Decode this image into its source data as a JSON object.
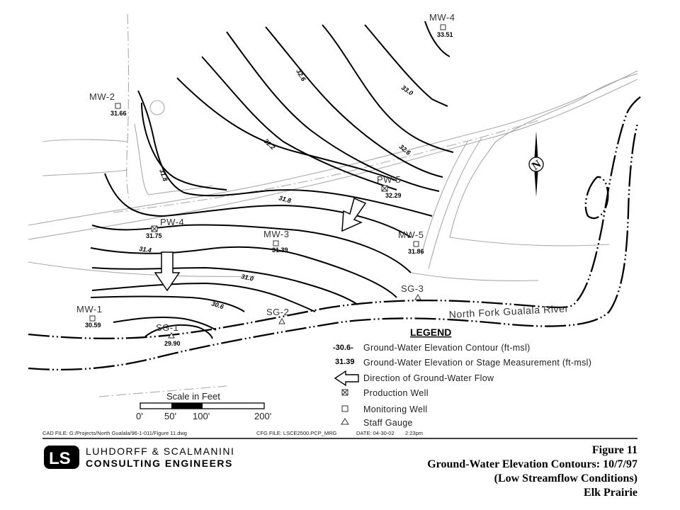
{
  "map": {
    "contour_labels": [
      "33.0",
      "32.6",
      "32.6",
      "32.2",
      "31.8",
      "31.8",
      "31.4",
      "31.0",
      "30.6"
    ],
    "wells": [
      {
        "name": "MW-4",
        "value": "33.51",
        "type": "monitoring"
      },
      {
        "name": "MW-2",
        "value": "31.66",
        "type": "monitoring"
      },
      {
        "name": "PW-5",
        "value": "32.29",
        "type": "production"
      },
      {
        "name": "PW-4",
        "value": "31.75",
        "type": "production"
      },
      {
        "name": "MW-3",
        "value": "31.39",
        "type": "monitoring"
      },
      {
        "name": "MW-5",
        "value": "31.86",
        "type": "monitoring"
      },
      {
        "name": "MW-1",
        "value": "30.59",
        "type": "monitoring"
      },
      {
        "name": "SG-1",
        "value": "29.90",
        "type": "staff-gauge"
      },
      {
        "name": "SG-2",
        "value": "",
        "type": "staff-gauge"
      },
      {
        "name": "SG-3",
        "value": "",
        "type": "staff-gauge"
      }
    ],
    "river_label": "North Fork Gualala River",
    "north_arrow": "N"
  },
  "legend": {
    "title": "LEGEND",
    "items": [
      {
        "symbol": "-30.6-",
        "label": "Ground-Water Elevation Contour (ft-msl)"
      },
      {
        "symbol": "31.39",
        "label": "Ground-Water Elevation or Stage Measurement (ft-msl)"
      },
      {
        "symbol": "arrow-icon",
        "label": "Direction of Ground-Water Flow"
      },
      {
        "symbol": "production-well-icon",
        "label": "Production Well"
      },
      {
        "symbol": "monitoring-well-icon",
        "label": "Monitoring Well"
      },
      {
        "symbol": "staff-gauge-icon",
        "label": "Staff Gauge"
      }
    ]
  },
  "scale": {
    "title": "Scale in Feet",
    "ticks": [
      "0'",
      "50'",
      "100'",
      "200'"
    ]
  },
  "footer": {
    "cad_file": "CAD FILE: G:/Projects/North Gualala/96-1-011/Figure 11.dwg",
    "cfg_file": "CFG FILE: LSCE2500.PCP_MRG",
    "date": "DATE: 04-30-02",
    "time": "2:23pm",
    "logo_text": "LS",
    "company_line1": "LUHDORFF & SCALMANINI",
    "company_line2": "CONSULTING ENGINEERS",
    "figure_number": "Figure 11",
    "title_line1": "Ground-Water Elevation Contours: 10/7/97",
    "title_line2": "(Low Streamflow Conditions)",
    "title_line3": "Elk Prairie"
  }
}
